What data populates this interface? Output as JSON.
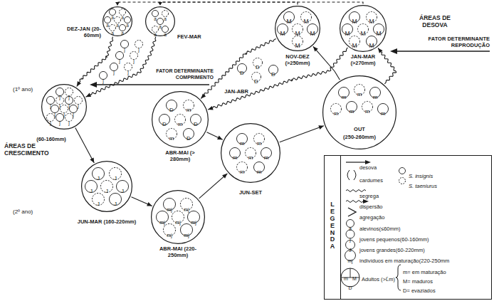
{
  "diagram": {
    "nodes": [
      {
        "text": [
          "DEZ-JAN (20-60mm)"
        ]
      },
      {
        "text": [
          "a"
        ],
        "in": 0
      },
      {
        "text": [
          "a"
        ],
        "in": 0
      },
      {
        "text": [
          "a"
        ],
        "in": 0
      },
      {
        "text": [
          "a"
        ],
        "in": 0
      },
      {
        "text": [
          "a"
        ],
        "in": 0
      },
      {
        "text": [
          "a"
        ],
        "in": 0
      },
      {
        "text": [
          "a"
        ],
        "in": 0
      },
      {
        "text": [
          "FEV-MAR"
        ]
      },
      {
        "text": [
          "a"
        ],
        "in": 8
      },
      {
        "text": [
          "a"
        ],
        "in": 8
      },
      {
        "text": [
          "a"
        ],
        "in": 8
      },
      {
        "text": [
          "a"
        ],
        "in": 8
      },
      {
        "text": [
          "a"
        ],
        "in": 8
      },
      {
        "text": [
          "NOV-DEZ (>250mm)"
        ]
      },
      {
        "text": [
          "M"
        ],
        "in": 14
      },
      {
        "text": [
          "M"
        ],
        "in": 14
      },
      {
        "text": [
          "M"
        ],
        "in": 14
      },
      {
        "text": [
          "M"
        ],
        "in": 14
      },
      {
        "text": [
          "M"
        ],
        "in": 14
      },
      {
        "text": [
          "M"
        ],
        "in": 14
      },
      {
        "text": [
          "JAN-MAR (>270mm)"
        ]
      },
      {
        "text": [
          "M"
        ],
        "in": 21
      },
      {
        "text": [
          "M"
        ],
        "in": 21
      },
      {
        "text": [
          "M"
        ],
        "in": 21
      },
      {
        "text": [
          "M"
        ],
        "in": 21
      },
      {
        "text": [
          "M"
        ],
        "in": 21
      },
      {
        "text": [
          "M"
        ],
        "in": 21
      },
      {
        "text": [
          "M"
        ],
        "in": 21
      },
      {
        "text": [
          "j"
        ]
      },
      {
        "text": [
          "j"
        ]
      },
      {
        "text": [
          "j"
        ]
      },
      {
        "text": [
          "j"
        ]
      },
      {
        "text": [
          "j"
        ]
      },
      {
        "text": [
          "j"
        ]
      },
      {
        "text": [
          "j"
        ]
      },
      {
        "text": [
          "D"
        ]
      },
      {
        "text": [
          "D"
        ]
      },
      {
        "text": [
          "D"
        ]
      },
      {
        "text": [
          "D"
        ]
      },
      {
        "text": [
          "(60-160mm)"
        ]
      },
      {
        "text": [
          "j"
        ],
        "in": 40
      },
      {
        "text": [
          "j"
        ],
        "in": 40
      },
      {
        "text": [
          "j"
        ],
        "in": 40
      },
      {
        "text": [
          "j"
        ],
        "in": 40
      },
      {
        "text": [
          "j"
        ],
        "in": 40
      },
      {
        "text": [
          "j"
        ],
        "in": 40
      },
      {
        "text": [
          "j"
        ],
        "in": 40
      },
      {
        "text": [
          "j"
        ],
        "in": 40
      },
      {
        "text": [
          "j"
        ],
        "in": 40
      },
      {
        "text": [
          "j"
        ],
        "in": 40
      },
      {
        "text": [
          "j"
        ],
        "in": 40
      },
      {
        "text": [
          "j"
        ],
        "in": 40
      },
      {
        "text": [
          "ABR-MAI (> 280mm)"
        ]
      },
      {
        "text": [
          "D"
        ],
        "in": 53
      },
      {
        "text": [
          "m"
        ],
        "in": 53
      },
      {
        "text": [
          "D"
        ],
        "in": 53
      },
      {
        "text": [
          "m"
        ],
        "in": 53
      },
      {
        "text": [
          "D"
        ],
        "in": 53
      },
      {
        "text": [
          "m"
        ],
        "in": 53
      },
      {
        "text": [
          "D"
        ],
        "in": 53
      },
      {
        "text": [
          "JUN-SET"
        ]
      },
      {
        "text": [
          "m"
        ],
        "in": 61
      },
      {
        "text": [
          "m"
        ],
        "in": 61
      },
      {
        "text": [
          "m"
        ],
        "in": 61
      },
      {
        "text": [
          "m"
        ],
        "in": 61
      },
      {
        "text": [
          "m"
        ],
        "in": 61
      },
      {
        "text": [
          "m"
        ],
        "in": 61
      },
      {
        "text": [
          "m"
        ],
        "in": 61
      },
      {
        "text": [
          "OUT",
          "(250-260mm)"
        ]
      },
      {
        "text": [
          "m"
        ],
        "in": 69
      },
      {
        "text": [
          "m"
        ],
        "in": 69
      },
      {
        "text": [
          "m"
        ],
        "in": 69
      },
      {
        "text": [
          "m"
        ],
        "in": 69
      },
      {
        "text": [
          "m"
        ],
        "in": 69
      },
      {
        "text": [
          "m"
        ],
        "in": 69
      },
      {
        "text": [
          "m"
        ],
        "in": 69
      },
      {
        "text": [
          "JUN-MAR (160-220mm)"
        ]
      },
      {
        "text": [
          "J"
        ],
        "in": 77
      },
      {
        "text": [
          "J"
        ],
        "in": 77
      },
      {
        "text": [
          "J"
        ],
        "in": 77
      },
      {
        "text": [
          "J"
        ],
        "in": 77
      },
      {
        "text": [
          "J"
        ],
        "in": 77
      },
      {
        "text": [
          "J"
        ],
        "in": 77
      },
      {
        "text": [
          "J"
        ],
        "in": 77
      },
      {
        "text": [
          "ABR-MAI (220-250mm)"
        ]
      },
      {
        "text": [
          "mj"
        ],
        "in": 85
      },
      {
        "text": [
          "mj"
        ],
        "in": 85
      },
      {
        "text": [
          "mj"
        ],
        "in": 85
      },
      {
        "text": [
          "mj"
        ],
        "in": 85
      },
      {
        "text": [
          "mj"
        ],
        "in": 85
      },
      {
        "text": [
          "mj"
        ],
        "in": 85
      },
      {
        "text": [
          "mj"
        ],
        "in": 85
      }
    ],
    "edges": [
      {
        "from": 14,
        "to": 0,
        "arrow": "to"
      },
      {
        "from": 21,
        "to": 8,
        "arrow": "to"
      },
      {
        "from": 0,
        "to": 40,
        "arrow": "to"
      },
      {
        "from": 8,
        "to": 40,
        "arrow": "to"
      },
      {
        "from": 40,
        "to": 77,
        "arrow": "to"
      },
      {
        "from": 77,
        "to": 85,
        "arrow": "to"
      },
      {
        "from": 85,
        "to": 61,
        "arrow": "to"
      },
      {
        "from": 53,
        "to": 61,
        "arrow": "to"
      },
      {
        "from": 61,
        "to": 69,
        "arrow": "to"
      },
      {
        "from": 69,
        "to": 14,
        "arrow": "to"
      },
      {
        "from": 69,
        "to": 21,
        "arrow": "to"
      },
      {
        "from": 14,
        "to": 53,
        "arrow": "to"
      },
      {
        "from": 21,
        "to": 53,
        "arrow": "to"
      }
    ],
    "labels": [
      "ÁREAS DE DESOVA",
      "FATOR DETERMINANTE REPRODUÇÃO",
      "FATOR DETERMINANTE COMPRIMENTO",
      "JAN-ABR",
      "(1º ano)",
      "ÁREAS DE CRESCIMENTO",
      "(2º ano)",
      "LEGENDA",
      "a",
      "j",
      "J",
      "mj",
      "m",
      "M",
      "D",
      "m= em maturação",
      "M= maduros",
      "D= evaziados"
    ],
    "legend": [
      {
        "text": "desova"
      },
      {
        "text": "cardumes"
      },
      {
        "text": "S. insignis"
      },
      {
        "text": "S. taeniurus"
      },
      {
        "text": "segrega"
      },
      {
        "text": "dispersão"
      },
      {
        "text": "agregação"
      },
      {
        "text": "alevinos(≤60mm)"
      },
      {
        "text": "jovens pequenos(60-160mm)"
      },
      {
        "text": "jovens grandes(60-220mm)"
      },
      {
        "text": "indivíduos em maturação(220-250mm"
      },
      {
        "text": "Adultos (>L̄m)"
      }
    ]
  }
}
